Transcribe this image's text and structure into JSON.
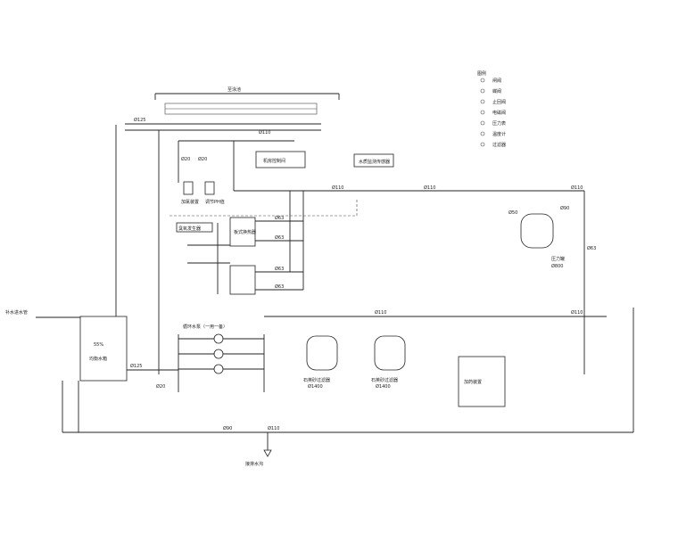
{
  "labels": {
    "pool_top": "至泳池",
    "d125_top": "Ø125",
    "d110_top": "Ø110",
    "d110_mid": "Ø110",
    "d110_mid2": "Ø110",
    "d110_right": "Ø110",
    "d110_low": "Ø110",
    "d110_low2": "Ø110",
    "d110_bottom": "Ø110",
    "d90_bottom": "Ø90",
    "d125_tank": "Ø125",
    "d20_a": "Ø20",
    "d20_b": "Ø20",
    "d20_pump": "Ø20",
    "d63_a": "Ø63",
    "d63_b": "Ø63",
    "d63_c": "Ø63",
    "d63_d": "Ø63",
    "d63_right": "Ø63",
    "d50": "Ø50",
    "d90_r": "Ø90",
    "tank_label": "均衡水箱",
    "tank_pct": "55%",
    "filter_a": "石英砂过滤器",
    "filter_a_size": "Ø1400",
    "filter_b": "石英砂过滤器",
    "filter_b_size": "Ø1400",
    "control_room": "机房控制间",
    "heater": "板式换热器",
    "dosing": "加药装置",
    "dosing_a": "加氯装置",
    "dosing_b": "调节PH值",
    "ozone": "臭氧发生器",
    "pressure_tank": "压力罐",
    "pressure_size": "Ø800",
    "outlet": "接排水沟",
    "inlet": "补水进水管",
    "pump_group": "循环水泵（一用一备）",
    "sensor": "水质监测传感器",
    "legend_title": "图例",
    "legend_items": [
      "闸阀",
      "蝶阀",
      "止回阀",
      "电磁阀",
      "压力表",
      "温度计",
      "过滤器"
    ]
  }
}
